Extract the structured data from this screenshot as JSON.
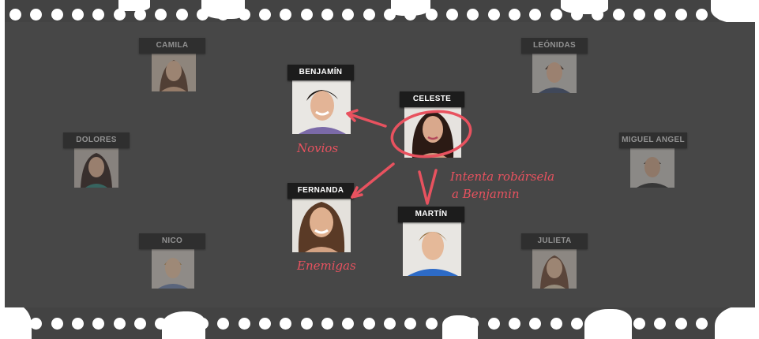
{
  "characters": {
    "camila": "CAMILA",
    "leonidas": "LEÓNIDAS",
    "benjamin": "BENJAMÍN",
    "celeste": "CELESTE",
    "dolores": "DOLORES",
    "miguel_angel": "MIGUEL ANGEL",
    "fernanda": "FERNANDA",
    "martin": "MARTÍN",
    "nico": "NICO",
    "julieta": "JULIETA"
  },
  "notes": {
    "novios": "Novios",
    "intenta_line1": "Intenta robársela",
    "intenta_line2": "a Benjamin",
    "enemigas": "Enemigas"
  },
  "colors": {
    "accent": "#e8525f",
    "background": "#474747",
    "label": "#1c1c1c"
  }
}
